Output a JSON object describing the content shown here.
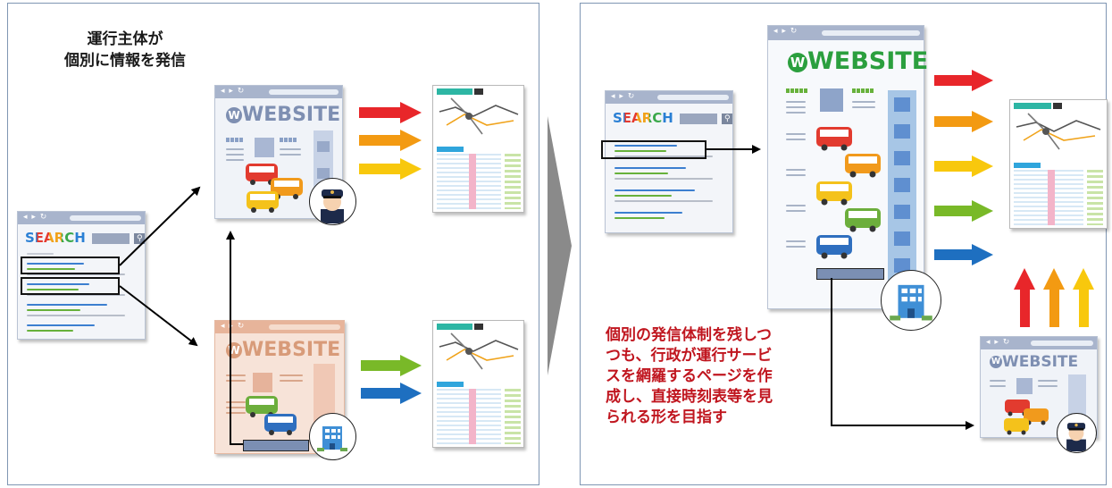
{
  "left_panel": {
    "title_line1": "運行主体が",
    "title_line2": "個別に情報を発信",
    "search_browser": {
      "logo": "SEARCH"
    },
    "website_browser_top": {
      "logo": "WEBSITE",
      "operator": "conductor-avatar-icon"
    },
    "website_browser_bottom": {
      "logo": "WEBSITE",
      "operator": "building-icon"
    }
  },
  "right_panel": {
    "search_browser": {
      "logo": "SEARCH"
    },
    "main_website": {
      "logo": "WEBSITE",
      "operator": "building-icon"
    },
    "small_website": {
      "logo": "WEBSITE",
      "operator": "conductor-avatar-icon"
    },
    "caption_lines": [
      "個別の発信体制を残しつ",
      "つも、行政が運行サービ",
      "スを網羅するページを作",
      "成し、直接時刻表等を見",
      "られる形を目指す"
    ]
  },
  "colors": {
    "red": "#e8262a",
    "orange": "#f39a12",
    "yellow": "#f8c80d",
    "green": "#79b928",
    "blue": "#1e6fc0",
    "caption": "#c0161f",
    "panel_border": "#7f96b3",
    "separator": "#8a8a8a"
  }
}
